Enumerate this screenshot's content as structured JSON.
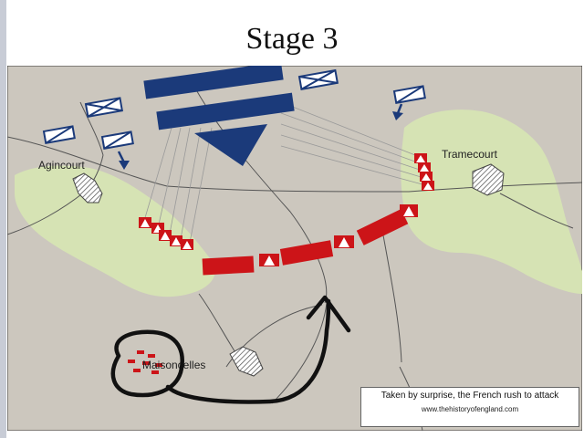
{
  "slide": {
    "title": "Stage 3"
  },
  "map": {
    "places": {
      "agincourt": "Agincourt",
      "tramecourt": "Tramecourt",
      "maisoncelles": "Maisoncelles"
    },
    "caption": {
      "text": "Taken by surprise, the French rush to attack",
      "source": "www.thehistoryofengland.com"
    },
    "colors": {
      "background": "#ccc7be",
      "woods": "#d6e3b4",
      "french": "#1b3a7a",
      "english": "#cc1418",
      "roads": "#555555",
      "annotation": "#111111"
    },
    "icons": [
      "french-banner-icon",
      "advance-arrow-icon",
      "archer-triangle-icon",
      "village-icon"
    ]
  }
}
